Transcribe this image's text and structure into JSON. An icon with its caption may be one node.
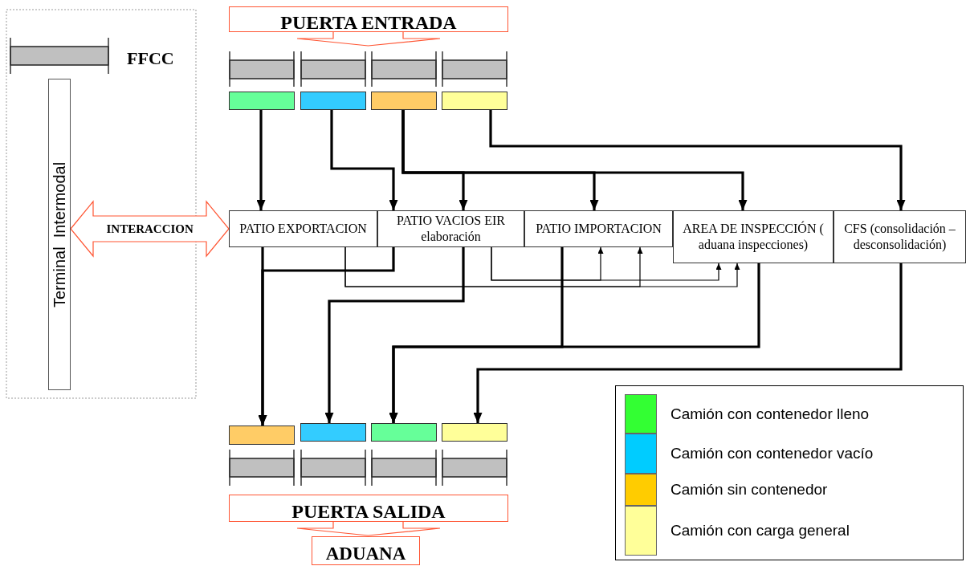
{
  "diagram": {
    "nodes": [
      {
        "text": [
          "PUERTA ENTRADA"
        ]
      },
      {
        "text": [],
        "shape": "bar",
        "beside": [
          "FFCC"
        ]
      },
      {
        "text": [],
        "shape": "bar"
      },
      {
        "text": [],
        "shape": "bar"
      },
      {
        "text": [],
        "shape": "bar"
      },
      {
        "text": [],
        "shape": "bar"
      },
      {
        "text": [],
        "shape": "box"
      },
      {
        "text": [],
        "shape": "box"
      },
      {
        "text": [],
        "shape": "box"
      },
      {
        "text": [],
        "shape": "box"
      },
      {
        "text": [
          "Terminal  Intermodal"
        ]
      },
      {
        "text": [
          "PATIO EXPORTACION"
        ]
      },
      {
        "text": [
          "PATIO VACIOS EIR elaboración"
        ]
      },
      {
        "text": [
          "PATIO IMPORTACION"
        ]
      },
      {
        "text": [
          "AREA DE INSPECCIÓN ( aduana inspecciones)"
        ]
      },
      {
        "text": [
          "CFS (consolidación – desconsolidación)"
        ]
      },
      {
        "text": [],
        "shape": "box"
      },
      {
        "text": [],
        "shape": "box"
      },
      {
        "text": [],
        "shape": "box"
      },
      {
        "text": [],
        "shape": "box"
      },
      {
        "text": [],
        "shape": "bar"
      },
      {
        "text": [],
        "shape": "bar"
      },
      {
        "text": [],
        "shape": "bar"
      },
      {
        "text": [],
        "shape": "bar"
      },
      {
        "text": [
          "PUERTA SALIDA"
        ]
      },
      {
        "text": [
          "ADUANA"
        ]
      }
    ],
    "edges": [
      {
        "from": 0,
        "to": null,
        "arrow": "to"
      },
      {
        "from": 6,
        "to": 11,
        "arrow": "to"
      },
      {
        "from": 7,
        "to": 12,
        "arrow": "to"
      },
      {
        "from": 8,
        "to": 12,
        "arrow": "to"
      },
      {
        "from": 8,
        "to": 13,
        "arrow": "to"
      },
      {
        "from": 8,
        "to": 14,
        "arrow": "to"
      },
      {
        "from": 9,
        "to": 15,
        "arrow": "to"
      },
      {
        "from": 11,
        "to": 16,
        "arrow": "to"
      },
      {
        "from": 12,
        "to": 16,
        "arrow": "to"
      },
      {
        "from": 12,
        "to": 17,
        "arrow": "to"
      },
      {
        "from": 13,
        "to": 18,
        "arrow": "to"
      },
      {
        "from": 14,
        "to": 18,
        "arrow": "to"
      },
      {
        "from": 15,
        "to": 19,
        "arrow": "to"
      },
      {
        "from": 11,
        "to": 14,
        "arrow": "to"
      },
      {
        "from": 11,
        "to": 13,
        "arrow": "to"
      },
      {
        "from": 12,
        "to": 14,
        "arrow": "to"
      },
      {
        "from": 12,
        "to": 13,
        "arrow": "to"
      },
      {
        "from": 24,
        "to": 25,
        "arrow": "to"
      },
      {
        "from": 10,
        "to": 11,
        "arrow": "both",
        "label": "INTERACCION"
      }
    ],
    "legend": [
      {
        "text": "Camión con contenedor lleno",
        "color": "#33ff33"
      },
      {
        "text": "Camión con contenedor vacío",
        "color": "#00ccff"
      },
      {
        "text": "Camión sin contenedor",
        "color": "#ffcc00"
      },
      {
        "text": "Camión con carga general",
        "color": "#ffff99"
      }
    ]
  }
}
